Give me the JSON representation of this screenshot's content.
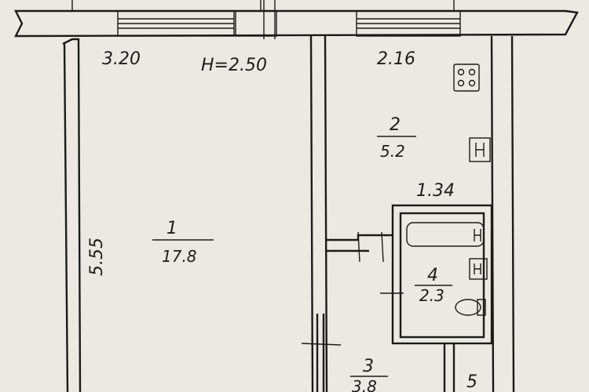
{
  "plan": {
    "ceiling_height": "H=2.50",
    "dimensions": {
      "room1_width": "3.20",
      "room1_length": "5.55",
      "room2_width": "2.16",
      "room4_width": "1.34"
    },
    "rooms": [
      {
        "id": "1",
        "number": "1",
        "area": "17.8"
      },
      {
        "id": "2",
        "number": "2",
        "area": "5.2"
      },
      {
        "id": "3",
        "number": "3",
        "area": "3.8"
      },
      {
        "id": "4",
        "number": "4",
        "area": "2.3"
      },
      {
        "id": "5",
        "number": "5",
        "area": ""
      }
    ],
    "fixtures": [
      "stove-icon",
      "kitchen-sink-icon",
      "bathtub-icon",
      "washbasin-icon",
      "toilet-icon"
    ]
  }
}
